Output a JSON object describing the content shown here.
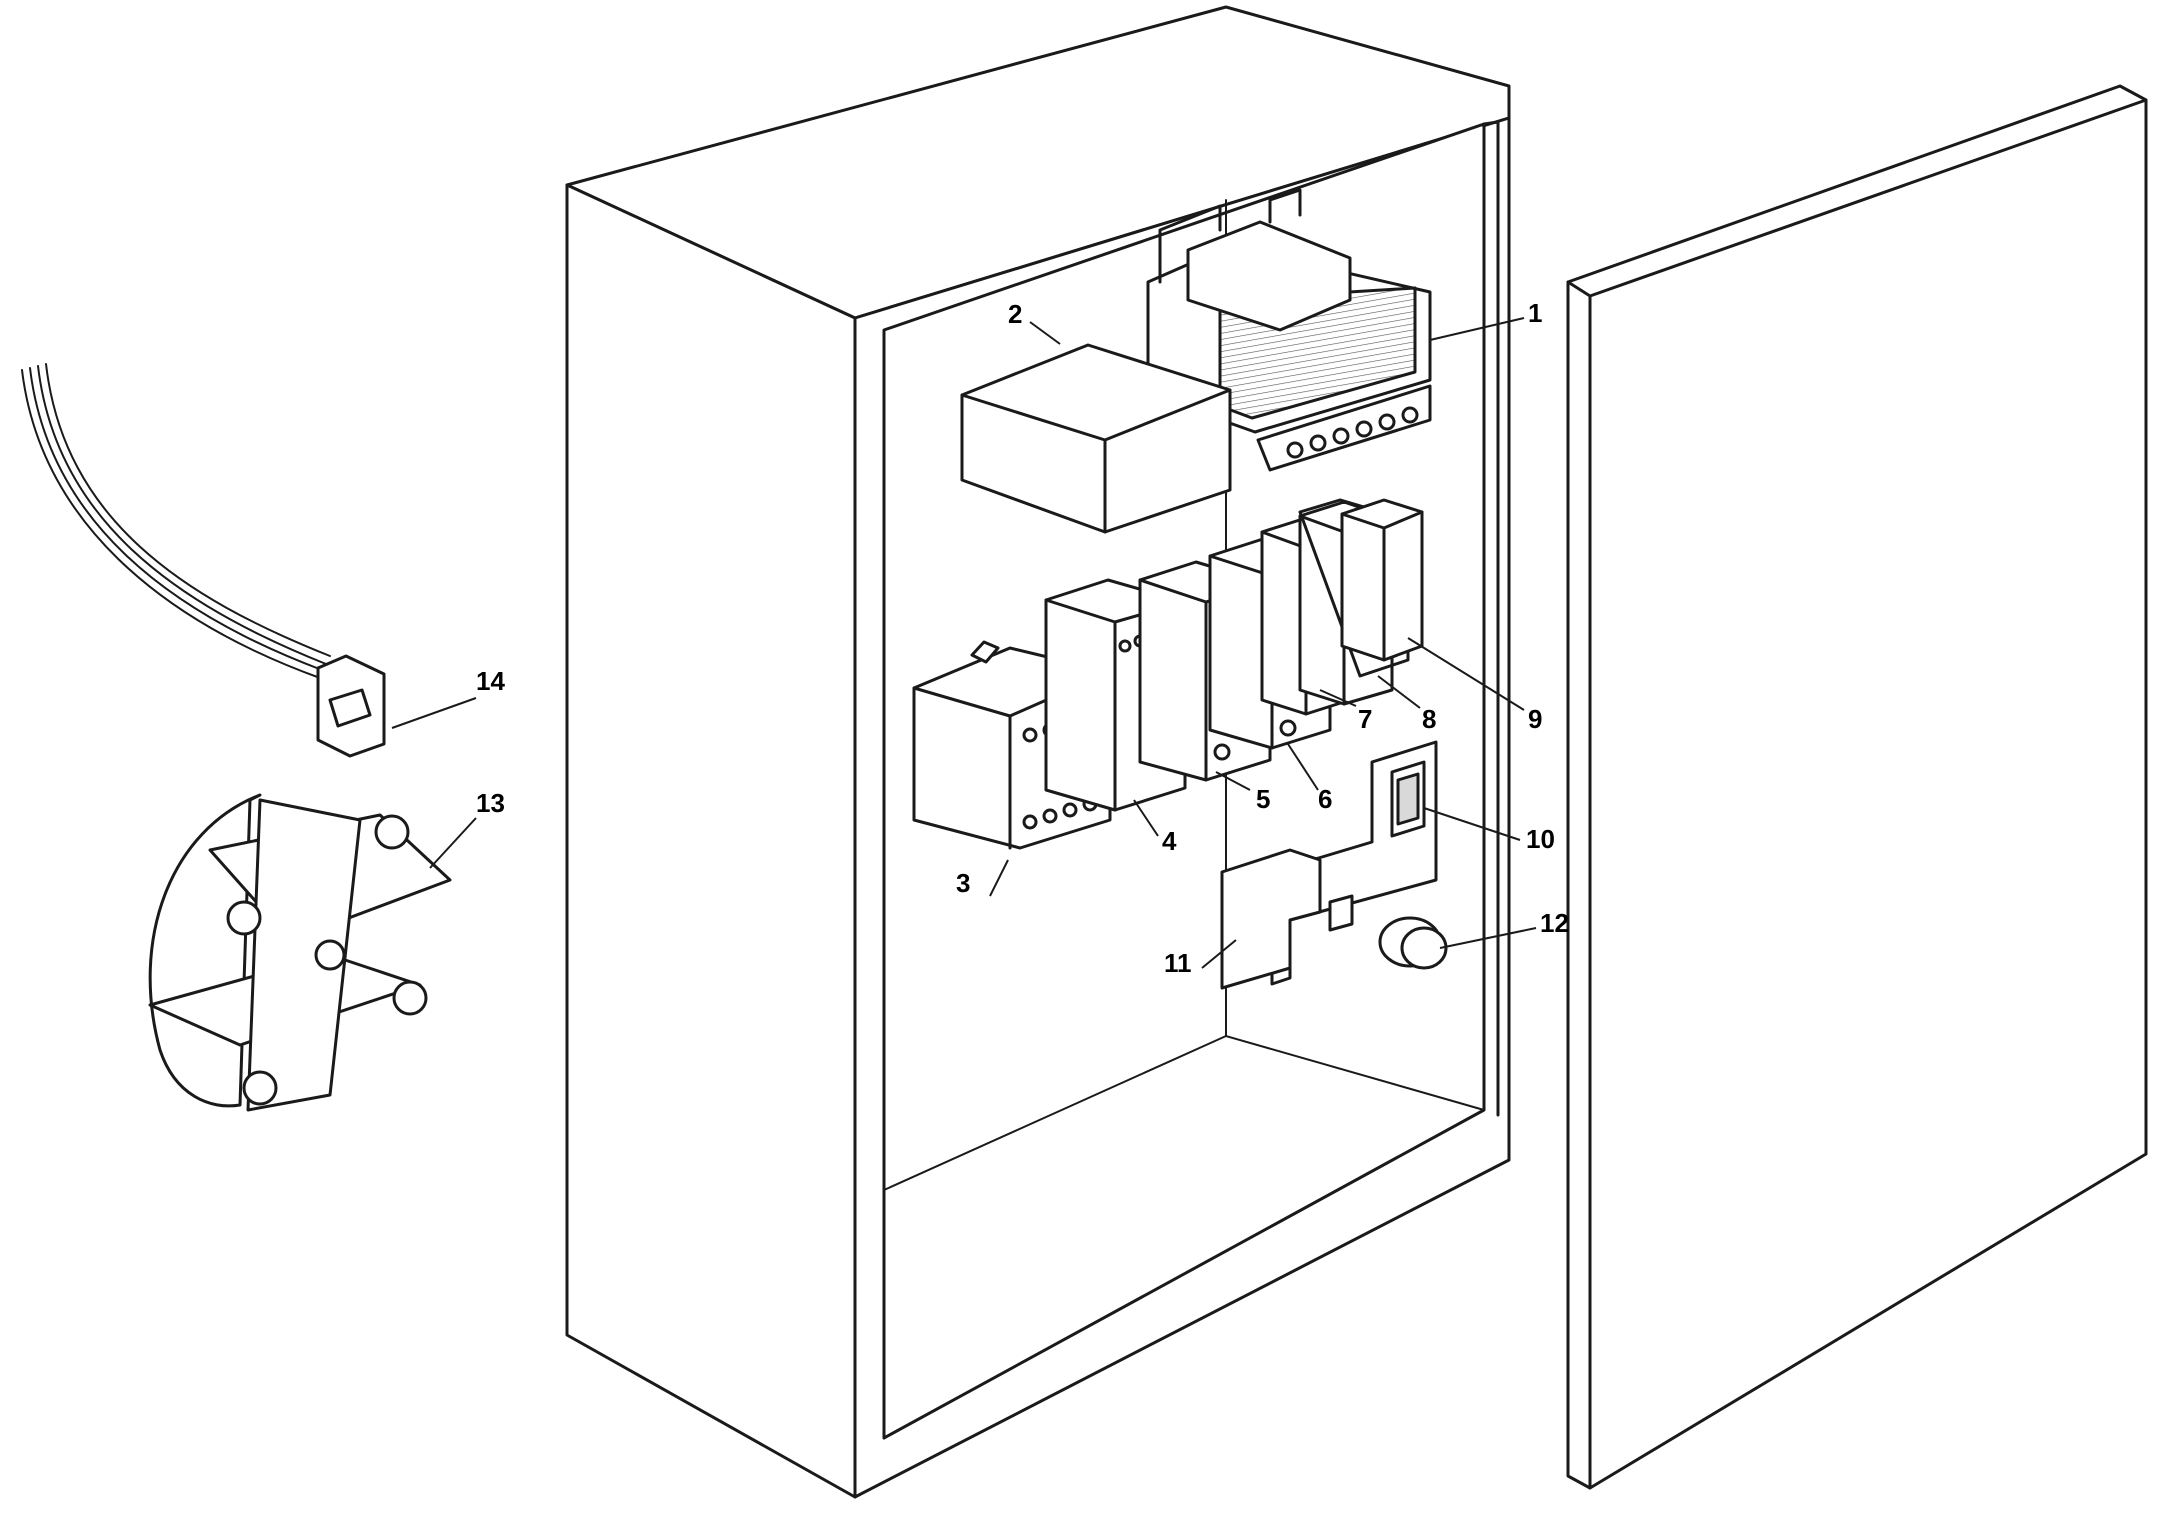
{
  "callouts": [
    {
      "id": "1",
      "label": "1"
    },
    {
      "id": "2",
      "label": "2"
    },
    {
      "id": "3",
      "label": "3"
    },
    {
      "id": "4",
      "label": "4"
    },
    {
      "id": "5",
      "label": "5"
    },
    {
      "id": "6",
      "label": "6"
    },
    {
      "id": "7",
      "label": "7"
    },
    {
      "id": "8",
      "label": "8"
    },
    {
      "id": "9",
      "label": "9"
    },
    {
      "id": "10",
      "label": "10"
    },
    {
      "id": "11",
      "label": "11"
    },
    {
      "id": "12",
      "label": "12"
    },
    {
      "id": "13",
      "label": "13"
    },
    {
      "id": "14",
      "label": "14"
    }
  ],
  "colors": {
    "line": "#1a1a1a",
    "background": "#ffffff"
  }
}
